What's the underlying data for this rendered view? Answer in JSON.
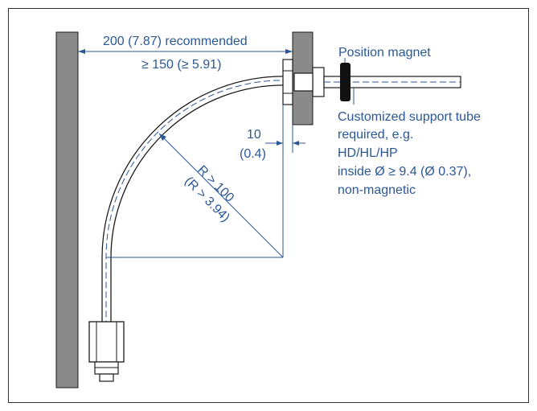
{
  "dimension_width": {
    "line1": "200 (7.87) recommended",
    "line2": "≥ 150 (≥ 5.91)"
  },
  "dimension_gap": {
    "line1": "10",
    "line2": "(0.4)"
  },
  "dimension_radius": {
    "line1": "R > 100",
    "line2": "(R > 3.94)"
  },
  "magnet_label": "Position magnet",
  "support_tube_note": [
    "Customized support tube",
    "required, e.g.",
    "HD/HL/HP",
    "inside Ø ≥ 9.4 (Ø 0.37),",
    "non-magnetic"
  ],
  "colors": {
    "text": "#2b5797",
    "wall": "#8a8a8a",
    "outline": "#1a1a1a",
    "magnet": "#111111"
  }
}
